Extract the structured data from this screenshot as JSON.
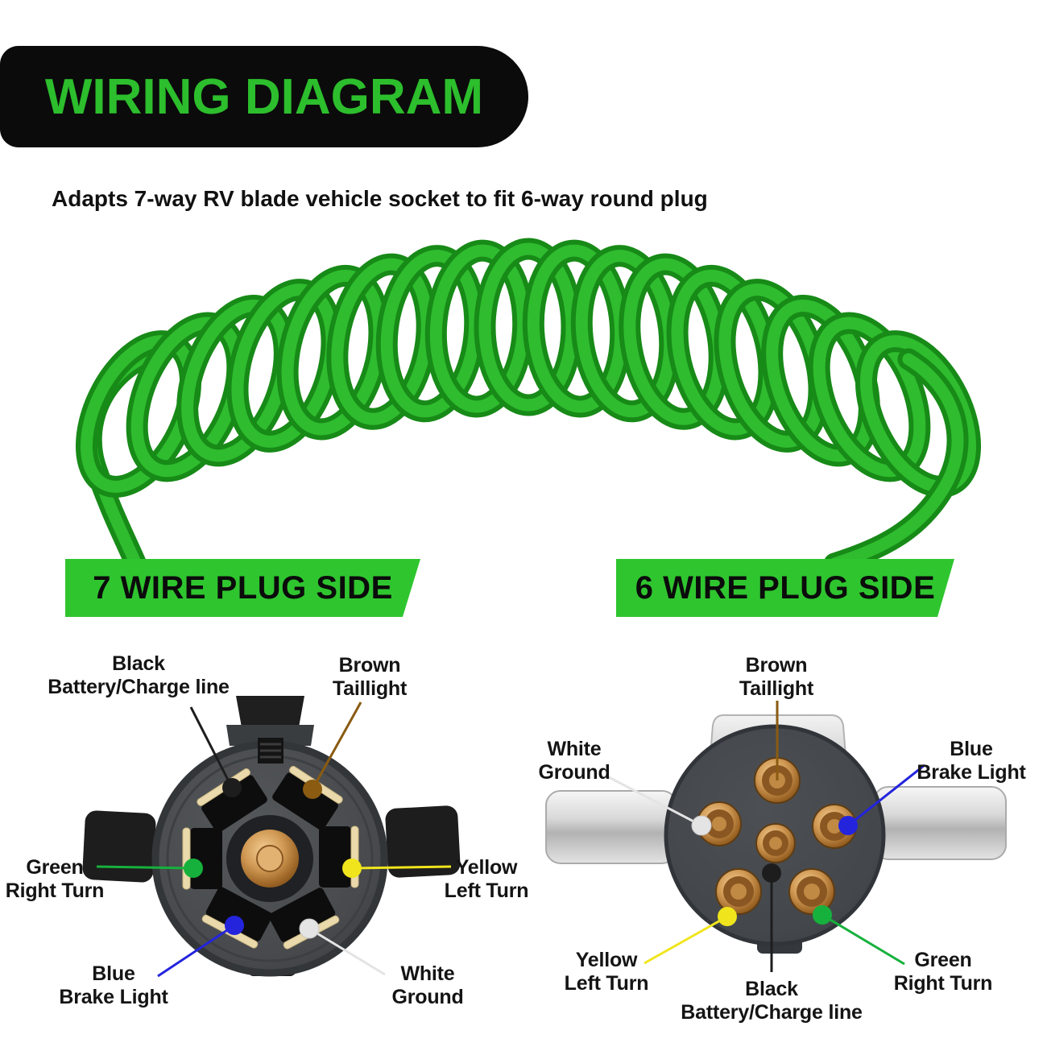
{
  "header": {
    "title": "WIRING DIAGRAM",
    "subtitle": "Adapts 7-way RV blade vehicle socket to fit 6-way round plug"
  },
  "banners": {
    "left": {
      "label": "7 WIRE PLUG SIDE"
    },
    "right": {
      "label": "6 WIRE PLUG SIDE"
    }
  },
  "wires": {
    "black": {
      "color_name": "Black",
      "function": "Battery/Charge line",
      "hex": "#1d1d1d"
    },
    "brown": {
      "color_name": "Brown",
      "function": "Taillight",
      "hex": "#8a5b11"
    },
    "green": {
      "color_name": "Green",
      "function": "Right Turn",
      "hex": "#16b13c"
    },
    "yellow": {
      "color_name": "Yellow",
      "function": "Left Turn",
      "hex": "#f0e51c"
    },
    "blue": {
      "color_name": "Blue",
      "function": "Brake Light",
      "hex": "#2424dd"
    },
    "white": {
      "color_name": "White",
      "function": "Ground",
      "hex": "#e4e4e4"
    }
  },
  "plug7": {
    "banner": "7 WIRE PLUG SIDE",
    "type": "7-way RV blade socket",
    "positions": {
      "top_left": "black",
      "top_right": "brown",
      "left": "green",
      "right": "yellow",
      "bottom_left": "blue",
      "bottom_right": "white"
    }
  },
  "plug6": {
    "banner": "6 WIRE PLUG SIDE",
    "type": "6-way round plug",
    "positions": {
      "top": "brown",
      "left": "white",
      "right": "blue",
      "bottom_left": "yellow",
      "center": "black",
      "bottom_right": "green"
    }
  },
  "colors": {
    "accent_green": "#2fc52f",
    "title_green": "#2cbe2c",
    "cable_green": "#2fbc2f",
    "cable_green_dark": "#178a17",
    "banner_black": "#0b0b0b",
    "connector_gray_7way": "#4a4d50",
    "connector_gray_6way": "#42464a",
    "blade_cream": "#ead9ab",
    "copper": "#c08944",
    "silver": "#d6d6d6"
  }
}
